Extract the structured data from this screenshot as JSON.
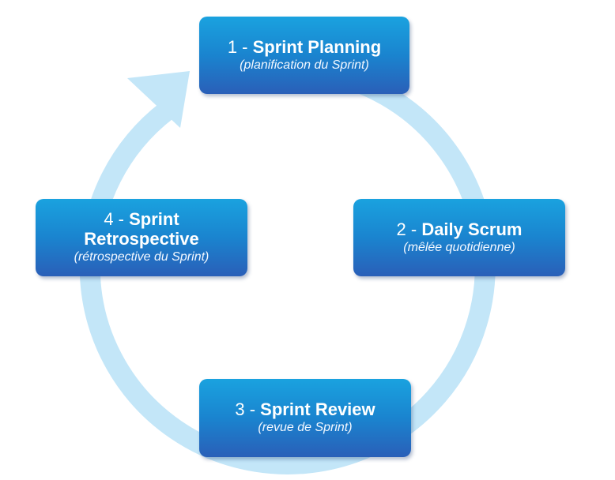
{
  "cycle_color": "#c3e6f8",
  "box_colors": [
    "#1aa2df",
    "#1a84cf",
    "#2a5fb8"
  ],
  "phases": [
    {
      "number": "1 - ",
      "name": "Sprint Planning",
      "subtitle": "(planification du Sprint)"
    },
    {
      "number": "2 - ",
      "name": "Daily Scrum",
      "subtitle": "(mêlée quotidienne)"
    },
    {
      "number": "3 - ",
      "name": "Sprint Review",
      "subtitle": "(revue de Sprint)"
    },
    {
      "number": "4 - ",
      "name": "Sprint",
      "name_line2": "Retrospective",
      "subtitle": "(rétrospective du Sprint)"
    }
  ]
}
